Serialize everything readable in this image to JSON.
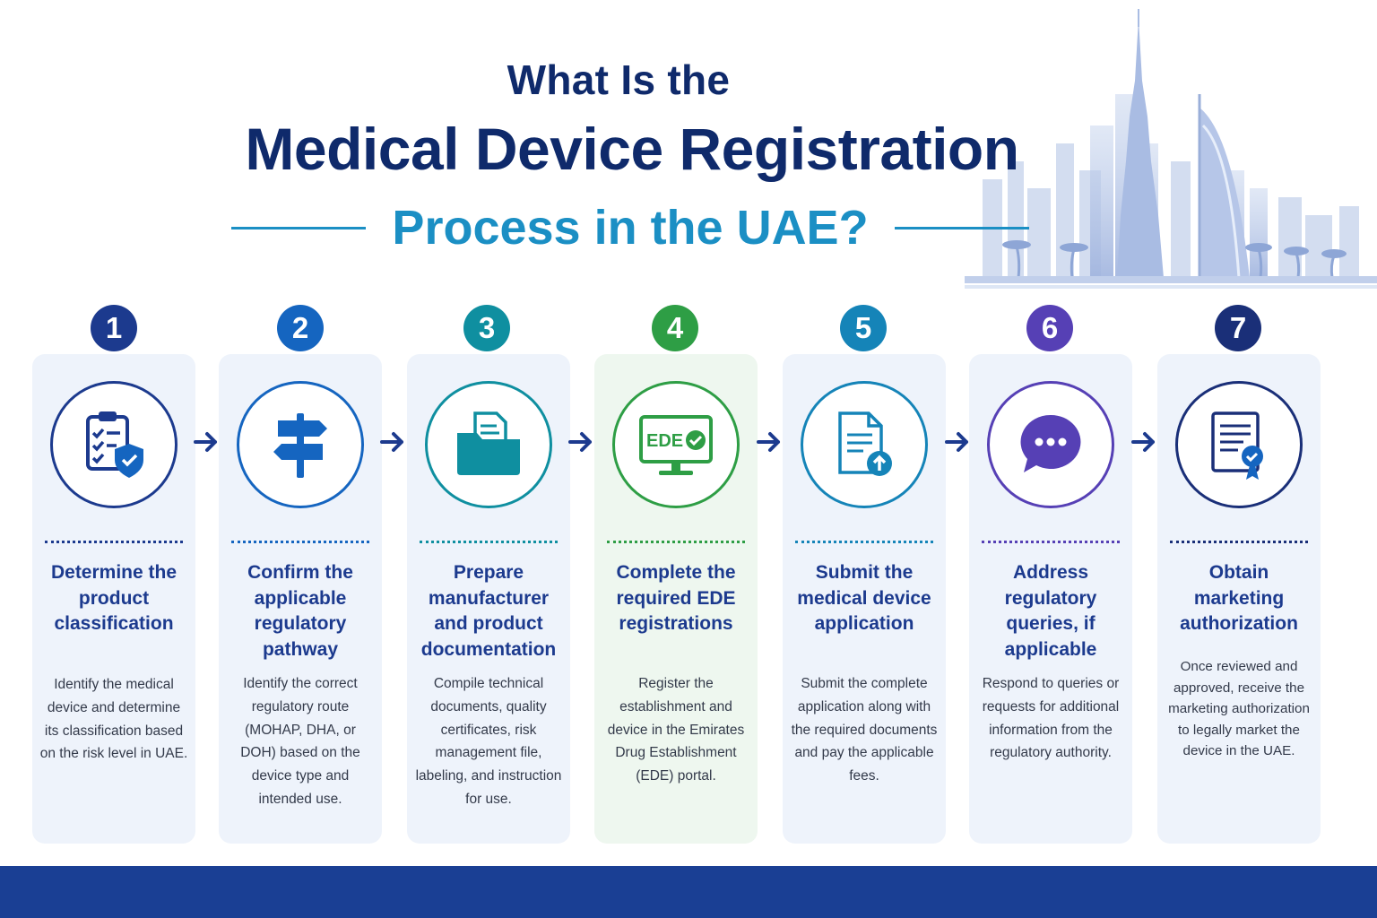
{
  "title": {
    "line1": "What Is the",
    "line2": "Medical Device Registration",
    "line3": "Process in the UAE?"
  },
  "colors": {
    "navy": "#0f2a6b",
    "teal_title": "#1b8fc4",
    "footer": "#1a3f94"
  },
  "steps": [
    {
      "number": "1",
      "icon": "clipboard-shield-icon",
      "color": "#1c3a8e",
      "title": "Determine the product classification",
      "description": "Identify the medical device and determine its classification based on the risk level in UAE."
    },
    {
      "number": "2",
      "icon": "signpost-icon",
      "color": "#1565c0",
      "title": "Confirm the applicable regulatory pathway",
      "description": "Identify the correct regulatory route (MOHAP, DHA, or DOH) based on the device type and intended use."
    },
    {
      "number": "3",
      "icon": "folder-documents-icon",
      "color": "#0f8fa0",
      "title": "Prepare manufacturer and product documentation",
      "description": "Compile technical documents, quality certificates, risk management file, labeling, and instruction for use."
    },
    {
      "number": "4",
      "icon": "ede-monitor-icon",
      "icon_text": "EDE",
      "color": "#2e9e45",
      "title": "Complete the required EDE registrations",
      "description": "Register the establishment and device in the Emirates Drug Establishment (EDE) portal."
    },
    {
      "number": "5",
      "icon": "document-upload-icon",
      "color": "#1584b8",
      "title": "Submit the medical device application",
      "description": "Submit the complete application along with the required documents and pay the applicable fees."
    },
    {
      "number": "6",
      "icon": "chat-bubble-icon",
      "color": "#5640b5",
      "title": "Address regulatory queries, if applicable",
      "description": "Respond to queries or requests for additional information from the regulatory authority."
    },
    {
      "number": "7",
      "icon": "certificate-icon",
      "color": "#1a2f78",
      "title": "Obtain marketing authorization",
      "description": "Once reviewed and approved, receive the marketing authorization to legally market the device in the UAE."
    }
  ]
}
